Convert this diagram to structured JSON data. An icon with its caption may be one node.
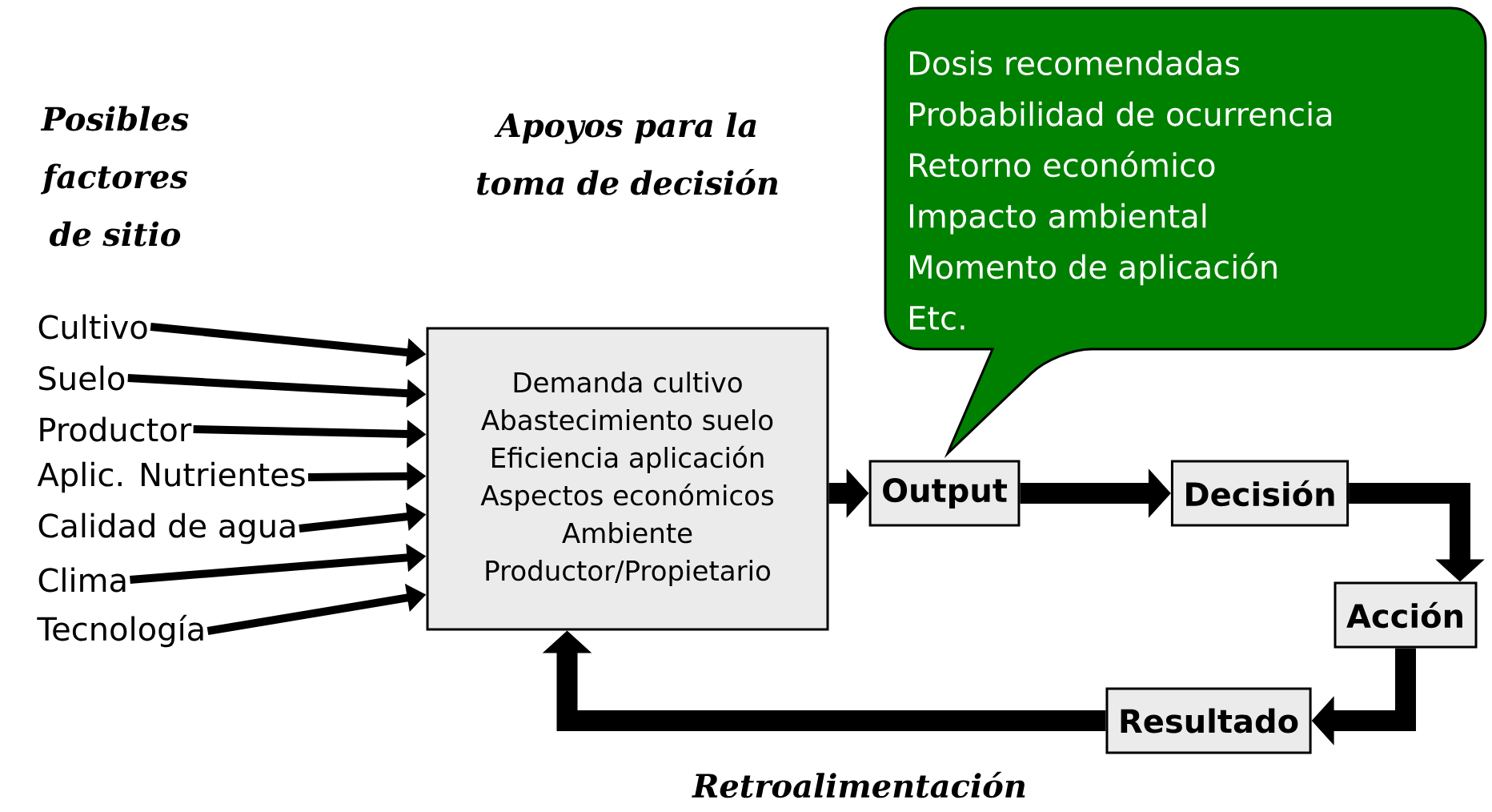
{
  "diagram": {
    "nodes": [
      {
        "text": [
          "Cultivo"
        ]
      },
      {
        "text": [
          "Suelo"
        ]
      },
      {
        "text": [
          "Productor"
        ]
      },
      {
        "text": [
          "Aplic. Nutrientes"
        ]
      },
      {
        "text": [
          "Calidad de agua"
        ]
      },
      {
        "text": [
          "Clima"
        ]
      },
      {
        "text": [
          "Tecnología"
        ]
      },
      {
        "text": [
          "Demanda cultivo",
          "Abastecimiento suelo",
          "Eficiencia aplicación",
          "Aspectos económicos",
          "Ambiente",
          "Productor/Propietario"
        ]
      },
      {
        "text": [
          "Output"
        ]
      },
      {
        "text": [
          "Decisión"
        ]
      },
      {
        "text": [
          "Acción"
        ]
      },
      {
        "text": [
          "Resultado"
        ]
      },
      {
        "text": [
          "Dosis recomendadas",
          "Probabilidad de ocurrencia",
          "Retorno económico",
          "Impacto ambiental",
          "Momento de aplicación",
          "Etc."
        ]
      }
    ],
    "edges": [
      {
        "from": 0,
        "to": 7,
        "arrow": "to"
      },
      {
        "from": 1,
        "to": 7,
        "arrow": "to"
      },
      {
        "from": 2,
        "to": 7,
        "arrow": "to"
      },
      {
        "from": 3,
        "to": 7,
        "arrow": "to"
      },
      {
        "from": 4,
        "to": 7,
        "arrow": "to"
      },
      {
        "from": 5,
        "to": 7,
        "arrow": "to"
      },
      {
        "from": 6,
        "to": 7,
        "arrow": "to"
      },
      {
        "from": 7,
        "to": 8,
        "arrow": "to",
        "style": "thick"
      },
      {
        "from": 8,
        "to": 9,
        "arrow": "to",
        "style": "thick"
      },
      {
        "from": 9,
        "to": 10,
        "arrow": "to",
        "style": "thick"
      },
      {
        "from": 10,
        "to": 11,
        "arrow": "to",
        "style": "thick"
      },
      {
        "from": 11,
        "to": 7,
        "arrow": "to",
        "style": "thick",
        "label": "Retroalimentación"
      }
    ],
    "labels": [
      "Posibles factores de sitio",
      "Apoyos para la toma de decisión"
    ]
  }
}
